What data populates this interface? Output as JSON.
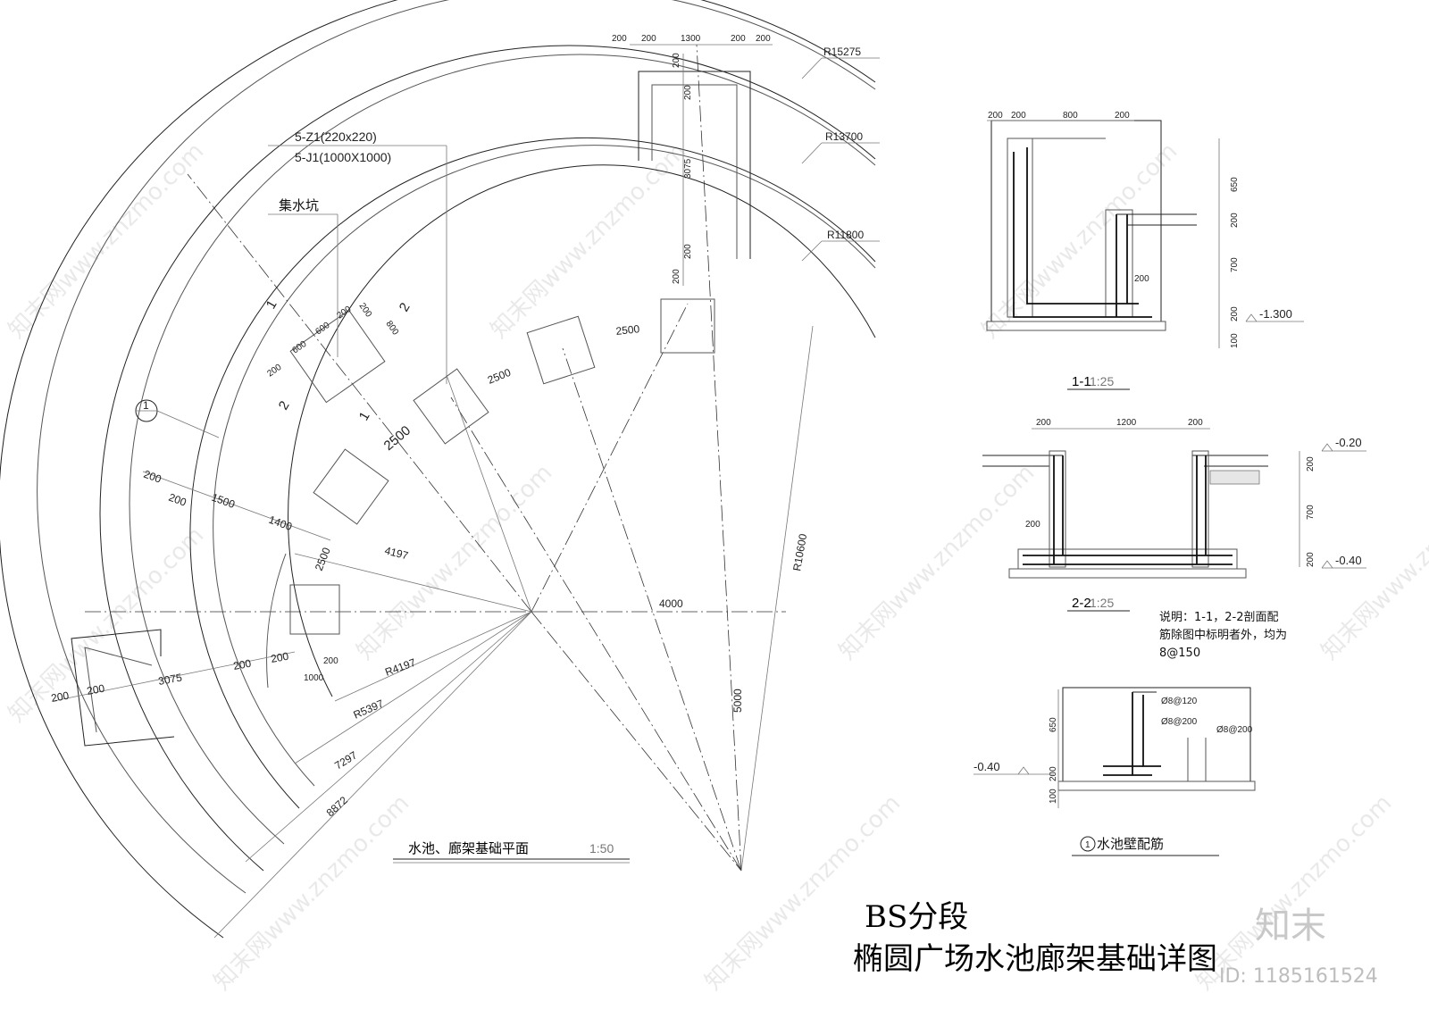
{
  "plan": {
    "radii": [
      "R15275",
      "R13700",
      "R11800",
      "R10600",
      "R4197",
      "R5397"
    ],
    "column_label": "5-Z1(220x220)",
    "footing_label": "5-J1(1000X1000)",
    "sump_label": "集水坑",
    "section_mark_1": "1",
    "section_mark_2": "2",
    "detail_mark": "1",
    "top_dims": [
      "200",
      "200",
      "1300",
      "200",
      "200"
    ],
    "vertical_dims": [
      "200",
      "200",
      "3075",
      "200",
      "200"
    ],
    "spacing_dims": [
      "2500",
      "2500",
      "2500",
      "2500"
    ],
    "sump_dims": [
      "200",
      "600",
      "600",
      "200",
      "200",
      "800"
    ],
    "left_dims": [
      "200",
      "200",
      "1500",
      "1400"
    ],
    "bottom_dims": [
      "200",
      "200",
      "3075",
      "200",
      "200",
      "200",
      "1000"
    ],
    "radial_dims": [
      "4197",
      "4000",
      "5000",
      "7297",
      "8872"
    ],
    "title": "水池、廊架基础平面",
    "scale": "1:50"
  },
  "section11": {
    "top_dims": [
      "200",
      "200",
      "800",
      "200"
    ],
    "side_dims": [
      "650",
      "200",
      "700",
      "200",
      "100"
    ],
    "inner_dim": "200",
    "level": "-1.300",
    "title": "1-1",
    "scale": "1:25"
  },
  "section22": {
    "top_dims": [
      "200",
      "1200",
      "200"
    ],
    "side_dims": [
      "200",
      "700",
      "200"
    ],
    "inner_dim": "200",
    "level_top": "-0.20",
    "level_bottom": "-0.40",
    "title": "2-2",
    "scale": "1:25"
  },
  "notes": {
    "line1": "说明：1-1，2-2剖面配",
    "line2": "筋除图中标明者外，均为",
    "line3": "8@150"
  },
  "wall_detail": {
    "side_dims": [
      "650",
      "200",
      "100"
    ],
    "rebar_a": "Ø8@120",
    "rebar_b": "Ø8@200",
    "rebar_c": "Ø8@200",
    "level": "-0.40",
    "mark": "1",
    "title": "水池壁配筋"
  },
  "sheet_title": {
    "line1": "BS分段",
    "line2": "椭圆广场水池廊架基础详图"
  },
  "watermark": {
    "text": "知末网www.znzmo.com",
    "brand": "知末",
    "id": "ID: 1185161524"
  }
}
